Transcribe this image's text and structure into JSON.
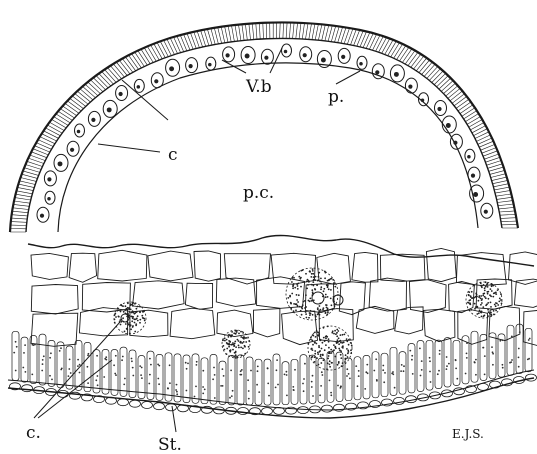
{
  "figure": {
    "labels": {
      "vb": "V.b",
      "c_top": "c",
      "p": "p.",
      "pc": "p.c.",
      "c_bottom": "c.",
      "st": "St.",
      "signature": "E.J.S."
    }
  }
}
